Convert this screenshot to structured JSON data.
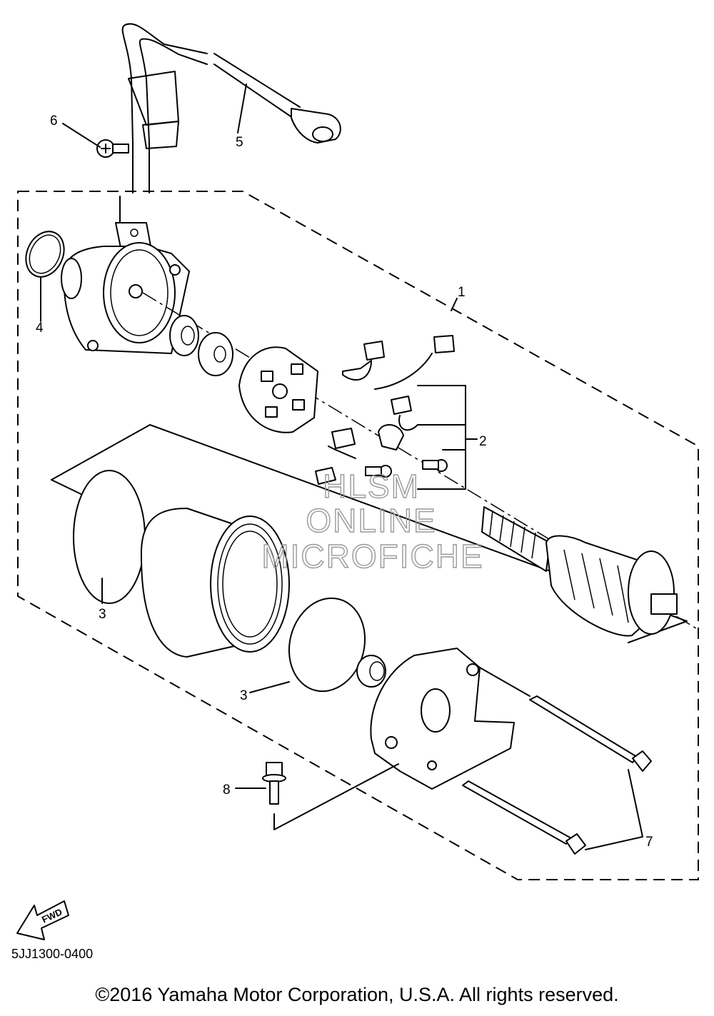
{
  "callouts": [
    {
      "id": "1",
      "label": "1"
    },
    {
      "id": "2",
      "label": "2"
    },
    {
      "id": "3a",
      "label": "3"
    },
    {
      "id": "3b",
      "label": "3"
    },
    {
      "id": "4",
      "label": "4"
    },
    {
      "id": "5",
      "label": "5"
    },
    {
      "id": "6",
      "label": "6"
    },
    {
      "id": "7",
      "label": "7"
    },
    {
      "id": "8",
      "label": "8"
    }
  ],
  "watermark": {
    "line1": "HLSM",
    "line2": "ONLINE",
    "line3": "MICROFICHE"
  },
  "fwd_label": "FWD",
  "diagram_code": "5JJ1300-0400",
  "copyright": "©2016 Yamaha Motor Corporation, U.S.A. All rights reserved."
}
